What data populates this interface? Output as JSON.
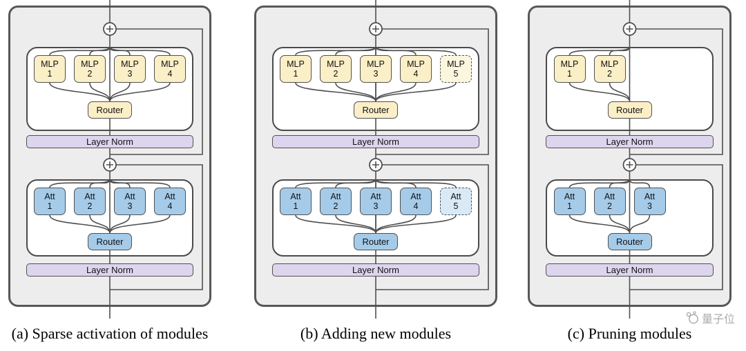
{
  "panels": [
    {
      "caption": "(a) Sparse activation of modules",
      "mlp_block": {
        "modules": [
          {
            "line1": "MLP",
            "line2": "1",
            "dashed": false
          },
          {
            "line1": "MLP",
            "line2": "2",
            "dashed": false
          },
          {
            "line1": "MLP",
            "line2": "3",
            "dashed": false
          },
          {
            "line1": "MLP",
            "line2": "4",
            "dashed": false
          }
        ],
        "router_label": "Router",
        "layer_norm_label": "Layer Norm"
      },
      "att_block": {
        "modules": [
          {
            "line1": "Att",
            "line2": "1",
            "dashed": false
          },
          {
            "line1": "Att",
            "line2": "2",
            "dashed": false
          },
          {
            "line1": "Att",
            "line2": "3",
            "dashed": false
          },
          {
            "line1": "Att",
            "line2": "4",
            "dashed": false
          }
        ],
        "router_label": "Router",
        "layer_norm_label": "Layer Norm"
      }
    },
    {
      "caption": "(b) Adding new modules",
      "mlp_block": {
        "modules": [
          {
            "line1": "MLP",
            "line2": "1",
            "dashed": false
          },
          {
            "line1": "MLP",
            "line2": "2",
            "dashed": false
          },
          {
            "line1": "MLP",
            "line2": "3",
            "dashed": false
          },
          {
            "line1": "MLP",
            "line2": "4",
            "dashed": false
          },
          {
            "line1": "MLP",
            "line2": "5",
            "dashed": true
          }
        ],
        "router_label": "Router",
        "layer_norm_label": "Layer Norm"
      },
      "att_block": {
        "modules": [
          {
            "line1": "Att",
            "line2": "1",
            "dashed": false
          },
          {
            "line1": "Att",
            "line2": "2",
            "dashed": false
          },
          {
            "line1": "Att",
            "line2": "3",
            "dashed": false
          },
          {
            "line1": "Att",
            "line2": "4",
            "dashed": false
          },
          {
            "line1": "Att",
            "line2": "5",
            "dashed": true
          }
        ],
        "router_label": "Router",
        "layer_norm_label": "Layer Norm"
      }
    },
    {
      "caption": "(c) Pruning modules",
      "mlp_block": {
        "modules": [
          {
            "line1": "MLP",
            "line2": "1",
            "dashed": false
          },
          {
            "line1": "MLP",
            "line2": "2",
            "dashed": false
          }
        ],
        "router_label": "Router",
        "layer_norm_label": "Layer Norm"
      },
      "att_block": {
        "modules": [
          {
            "line1": "Att",
            "line2": "1",
            "dashed": false
          },
          {
            "line1": "Att",
            "line2": "2",
            "dashed": false
          },
          {
            "line1": "Att",
            "line2": "3",
            "dashed": false
          }
        ],
        "router_label": "Router",
        "layer_norm_label": "Layer Norm"
      }
    }
  ],
  "watermark": {
    "label": "量子位"
  },
  "colors": {
    "mlp_fill": "#FBEFC7",
    "mlp_dashed_fill": "#FDF6DF",
    "att_fill": "#A5CBE9",
    "att_dashed_fill": "#D9E9F6",
    "layer_norm_fill": "#DDD4EE",
    "panel_fill": "#EDEDED",
    "line": "#4F4F4F"
  }
}
